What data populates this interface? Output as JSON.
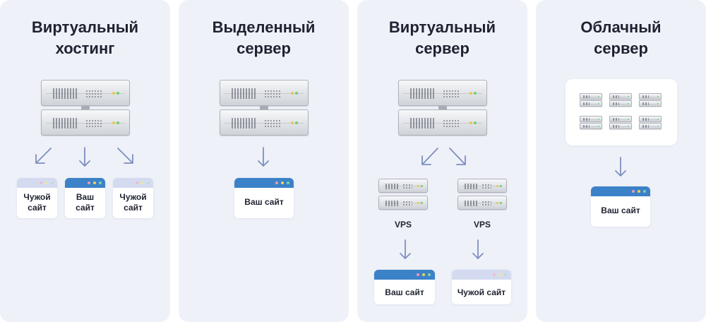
{
  "panels": [
    {
      "title_l1": "Виртуальный",
      "title_l2": "хостинг",
      "sites": [
        "Чужой сайт",
        "Ваш сайт",
        "Чужой сайт"
      ]
    },
    {
      "title_l1": "Выделенный",
      "title_l2": "сервер",
      "sites": [
        "Ваш сайт"
      ]
    },
    {
      "title_l1": "Виртуальный",
      "title_l2": "сервер",
      "vps_label": "VPS",
      "sites": [
        "Ваш сайт",
        "Чужой сайт"
      ]
    },
    {
      "title_l1": "Облачный",
      "title_l2": "сервер",
      "sites": [
        "Ваш сайт"
      ]
    }
  ],
  "colors": {
    "panel_bg": "#eef1f8",
    "your_site_header": "#3b82c8",
    "other_site_header": "#d4dbf0",
    "arrow": "#7e8fc0"
  },
  "icons": [
    "server-icon",
    "arrow-down-icon",
    "browser-window-icon"
  ]
}
